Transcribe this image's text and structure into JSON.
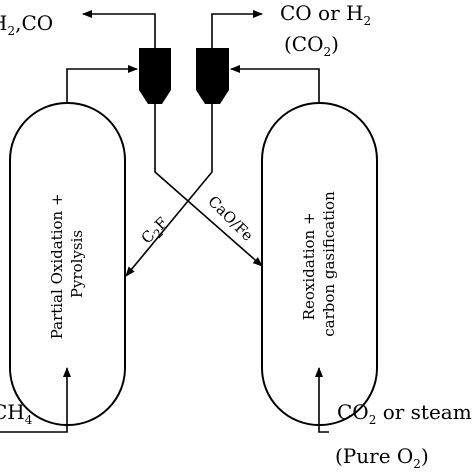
{
  "top_left_output": "H",
  "top_left_output_sub": "2",
  "top_left_output_rest": ",CO",
  "top_right_output_a": "CO or H",
  "top_right_output_a_sub": "2",
  "top_right_output_b_open": "(CO",
  "top_right_output_b_sub": "2",
  "top_right_output_b_close": ")",
  "left_reactor_line1": "Partial Oxidation +",
  "left_reactor_line2": "Pyrolysis",
  "right_reactor_line1": "Reoxidation +",
  "right_reactor_line2": "carbon gasification",
  "left_stream_main": "C",
  "left_stream_sub": "2",
  "left_stream_rest": "F",
  "right_stream": "CaO/Fe",
  "left_input_main": "CH",
  "left_input_sub": "4",
  "right_input_line1": "CO",
  "right_input_line1_sub": "2",
  "right_input_line1_rest": " or steam",
  "right_input_line2_open": "(Pure O",
  "right_input_line2_sub": "2",
  "right_input_line2_close": ")"
}
